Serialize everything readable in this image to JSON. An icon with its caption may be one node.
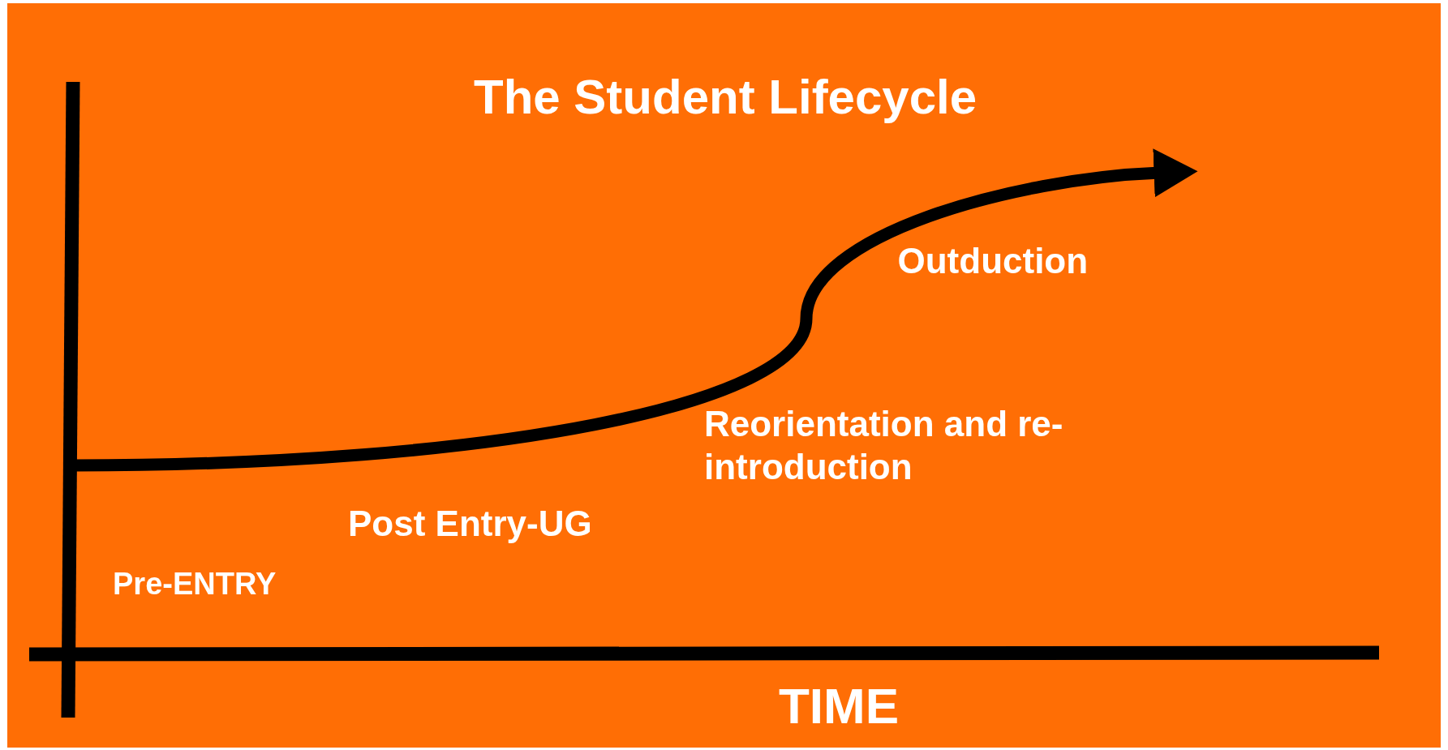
{
  "diagram": {
    "title": "The Student Lifecycle",
    "labels": [
      "Outduction",
      "Reorientation and re-introduction",
      "Post Entry-UG",
      "Pre-ENTRY",
      "TIME"
    ]
  }
}
